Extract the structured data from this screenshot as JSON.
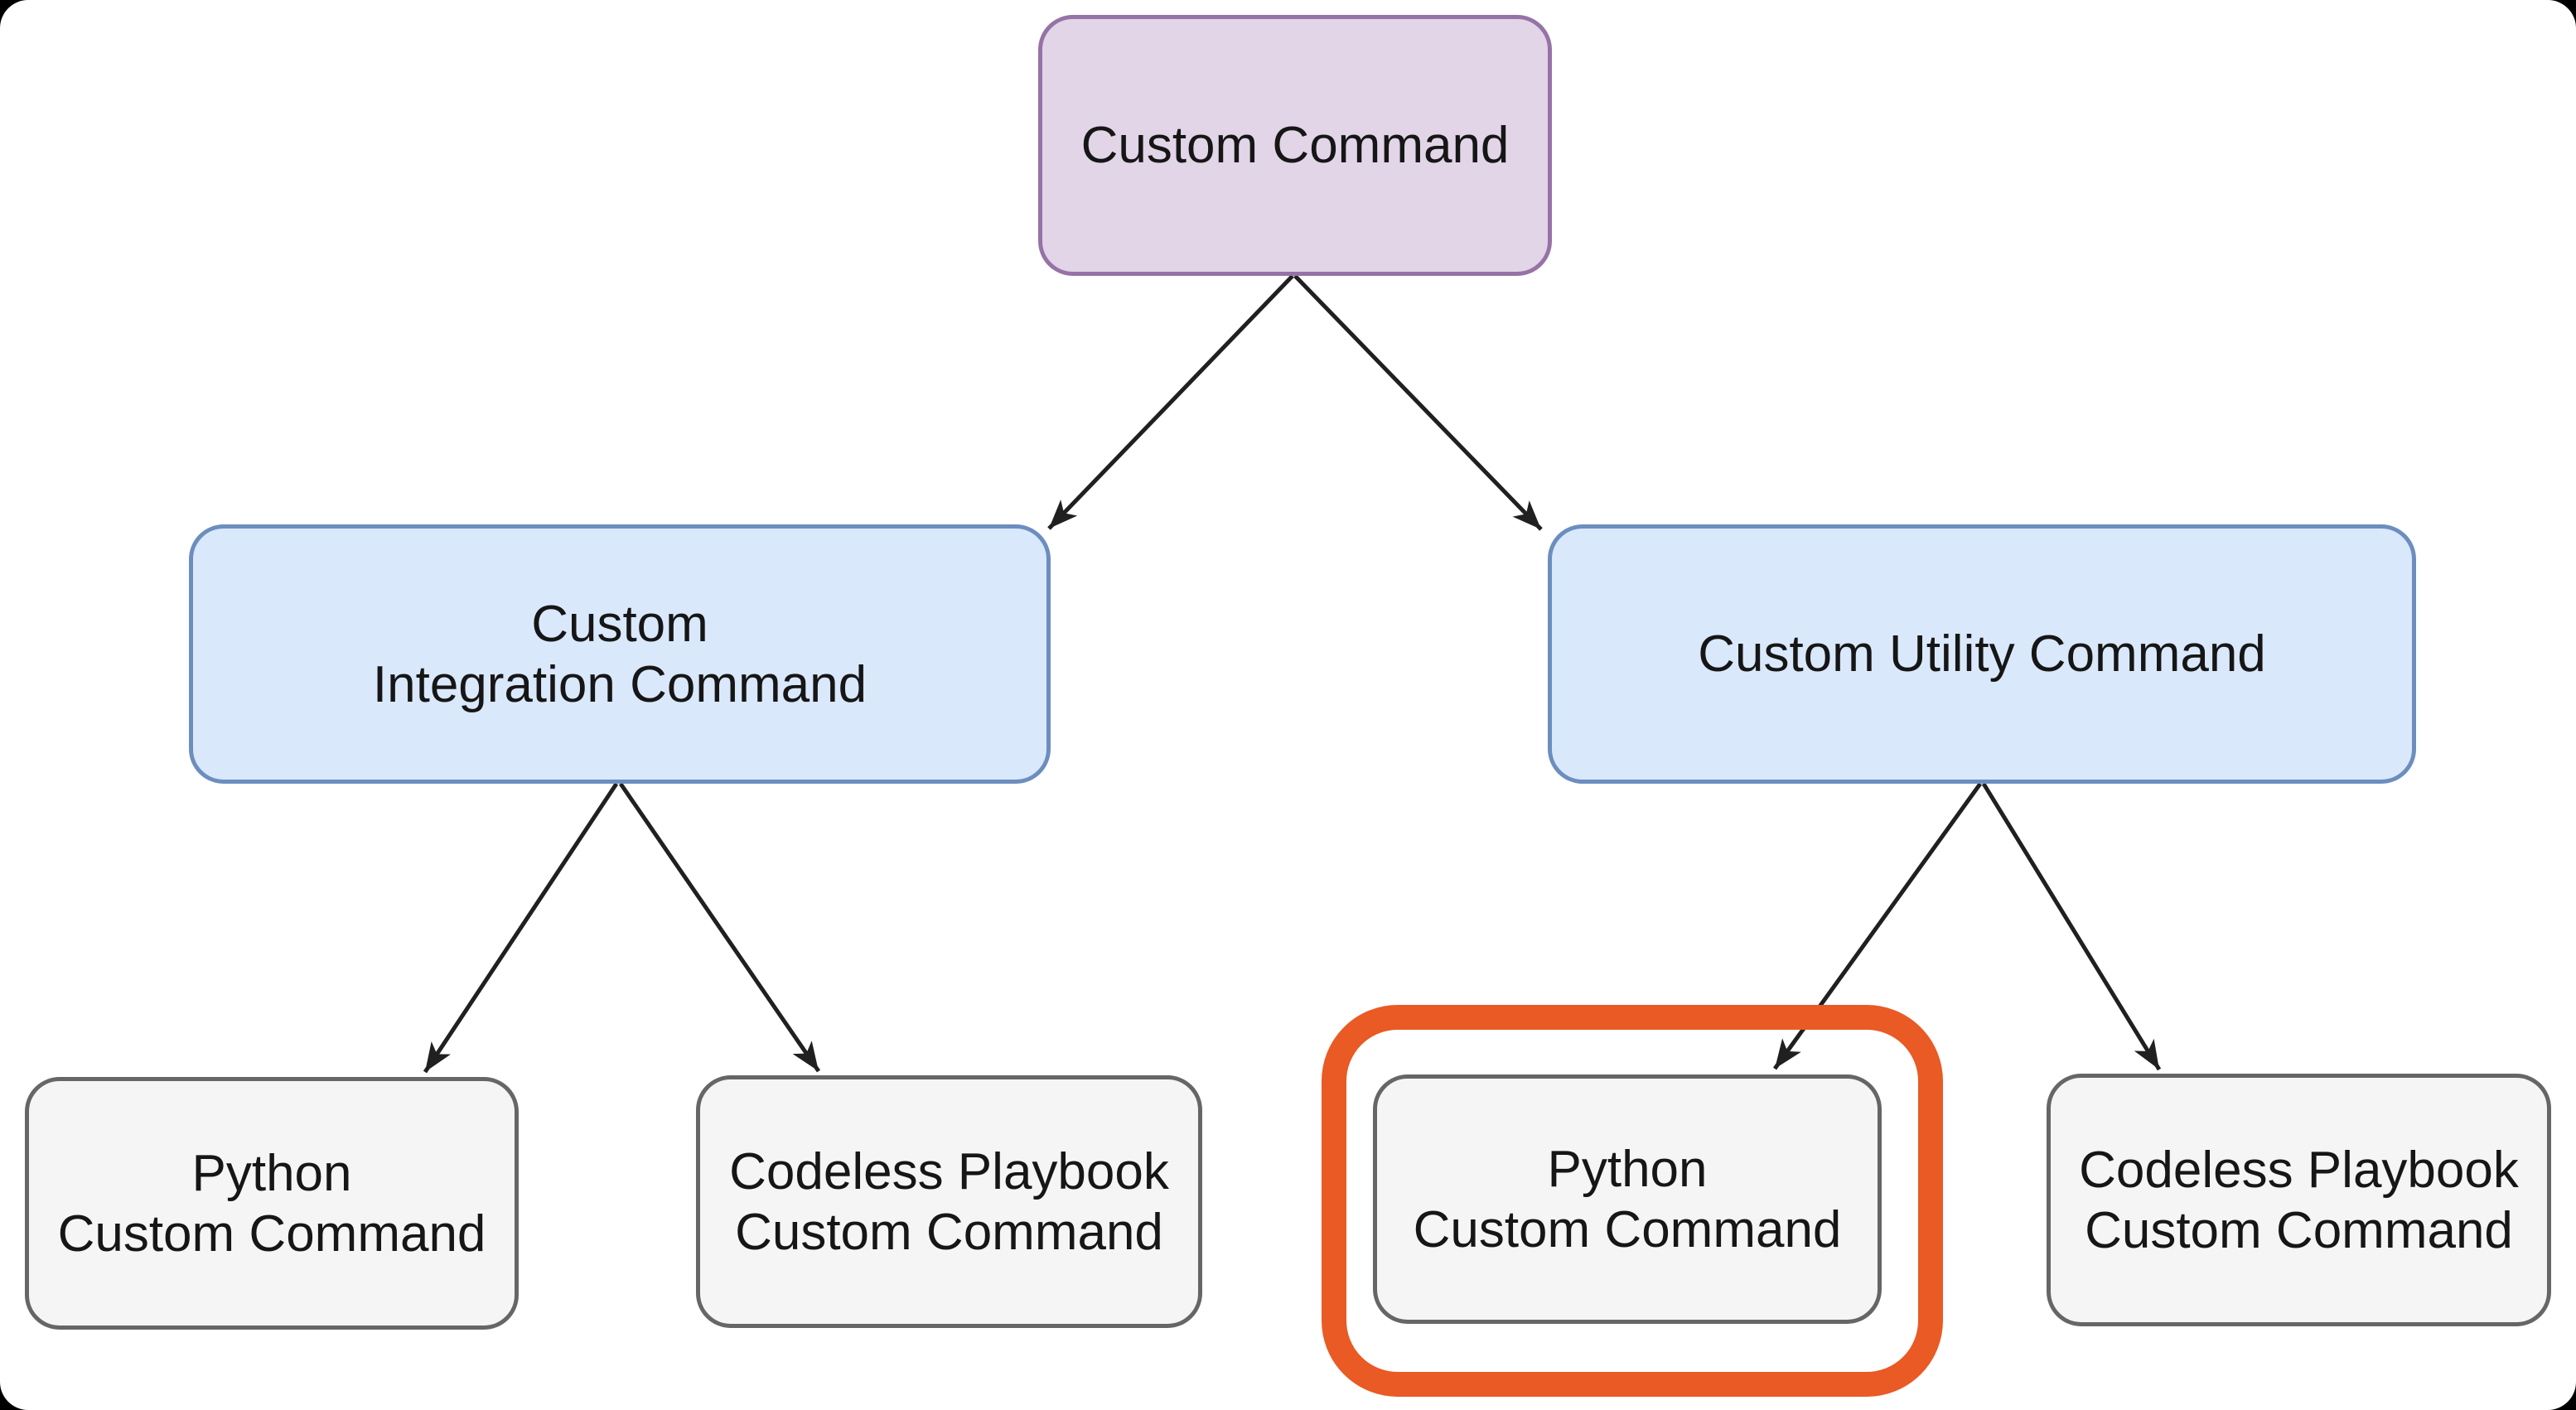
{
  "diagram": {
    "nodes": {
      "root": {
        "line1": "Custom Command",
        "line2": "",
        "type": "purple"
      },
      "integration": {
        "line1": "Custom",
        "line2": "Integration Command",
        "type": "blue"
      },
      "utility": {
        "line1": "Custom Utility Command",
        "line2": "",
        "type": "blue"
      },
      "python_integration": {
        "line1": "Python",
        "line2": "Custom Command",
        "type": "gray"
      },
      "codeless_integration": {
        "line1": "Codeless Playbook",
        "line2": "Custom Command",
        "type": "gray"
      },
      "python_utility": {
        "line1": "Python",
        "line2": "Custom Command",
        "type": "gray",
        "highlighted": true
      },
      "codeless_utility": {
        "line1": "Codeless Playbook",
        "line2": "Custom Command",
        "type": "gray"
      }
    },
    "edges": [
      {
        "from": "root",
        "to": "integration"
      },
      {
        "from": "root",
        "to": "utility"
      },
      {
        "from": "integration",
        "to": "python_integration"
      },
      {
        "from": "integration",
        "to": "codeless_integration"
      },
      {
        "from": "utility",
        "to": "python_utility"
      },
      {
        "from": "utility",
        "to": "codeless_utility"
      }
    ],
    "highlight": {
      "target": "python_utility",
      "color": "#e95a24"
    }
  },
  "palette": {
    "page_background": "#000000",
    "sheet_background": "#ffffff",
    "purple_fill": "#e1d5e7",
    "purple_stroke": "#9673a6",
    "blue_fill": "#dae8fc",
    "blue_stroke": "#6c8ebf",
    "gray_fill": "#f5f5f5",
    "gray_stroke": "#666666",
    "arrow_color": "#202020",
    "text_color": "#161616",
    "highlight_orange": "#e95a24"
  }
}
